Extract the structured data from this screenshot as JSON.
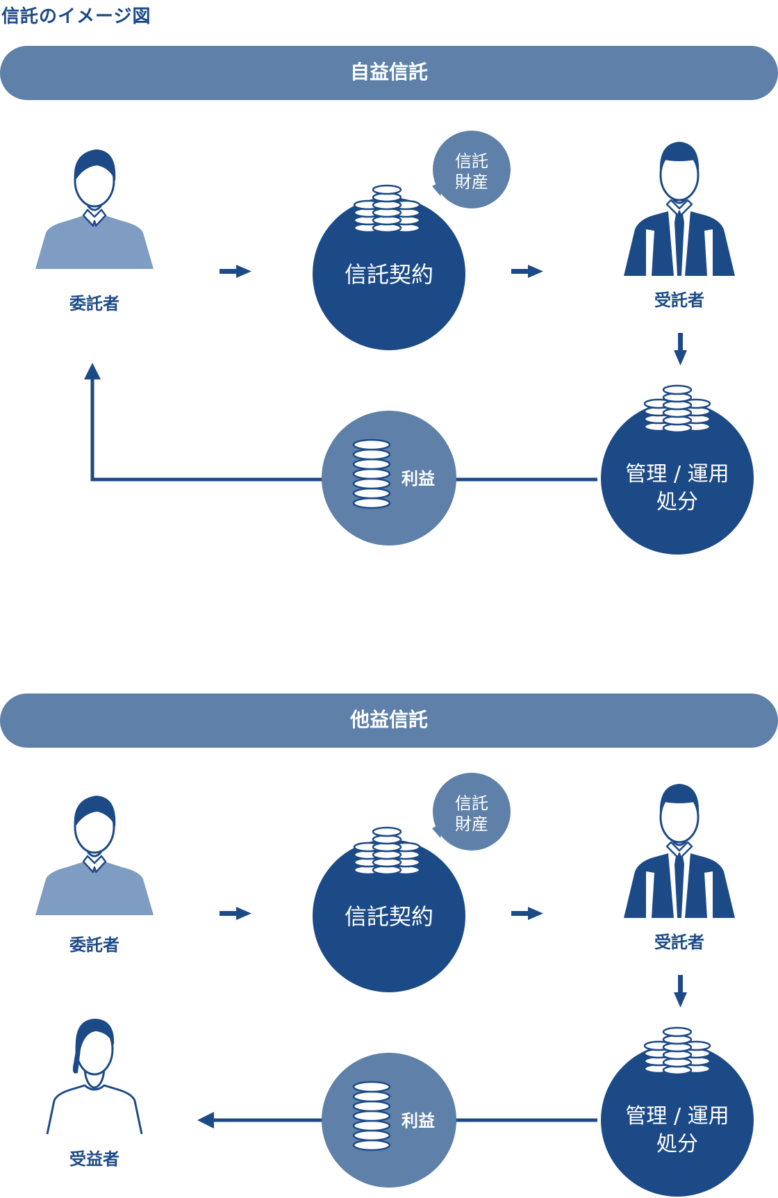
{
  "title": "信託のイメージ図",
  "colors": {
    "dark": "#1c4a87",
    "mid": "#5e80a9",
    "light": "#7f9cc2",
    "white": "#ffffff"
  },
  "sections": [
    {
      "header": "自益信託",
      "truster": "委託者",
      "trust_property_l1": "信託",
      "trust_property_l2": "財産",
      "contract": "信託契約",
      "trustee": "受託者",
      "manage_l1": "管理 / 運用",
      "manage_l2": "処分",
      "profit": "利益"
    },
    {
      "header": "他益信託",
      "truster": "委託者",
      "trust_property_l1": "信託",
      "trust_property_l2": "財産",
      "contract": "信託契約",
      "trustee": "受託者",
      "manage_l1": "管理 / 運用",
      "manage_l2": "処分",
      "profit": "利益",
      "beneficiary": "受益者"
    }
  ]
}
